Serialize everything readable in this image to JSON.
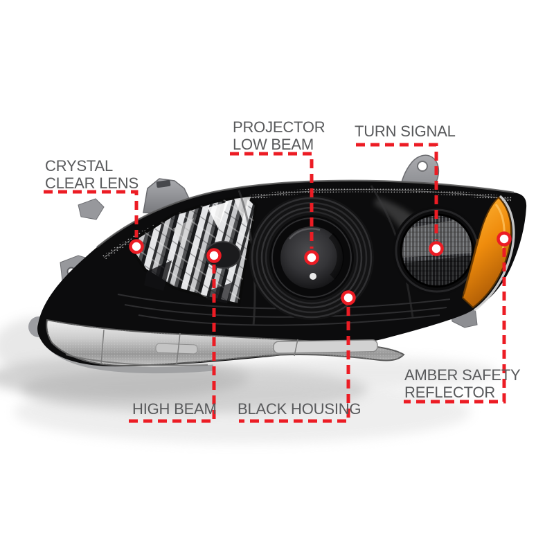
{
  "figure": {
    "type": "annotated-product-diagram",
    "subject": "Black housing projector headlight assembly with feature callouts",
    "background": "#ffffff"
  },
  "colors": {
    "callout_red": "#EC1C24",
    "label_text": "#58595B",
    "amber_reflector": "#EF8C0D",
    "housing_black": "#0C0C0D",
    "chrome_trim": "#C9C9C9",
    "bracket_gray": "#95969A"
  },
  "callouts": [
    {
      "id": "crystal-clear-lens",
      "lines": [
        "CRYSTAL",
        "CLEAR LENS"
      ]
    },
    {
      "id": "projector-low-beam",
      "lines": [
        "PROJECTOR",
        "LOW BEAM"
      ]
    },
    {
      "id": "turn-signal",
      "lines": [
        "TURN SIGNAL"
      ]
    },
    {
      "id": "high-beam",
      "lines": [
        "HIGH BEAM"
      ]
    },
    {
      "id": "black-housing",
      "lines": [
        "BLACK HOUSING"
      ]
    },
    {
      "id": "amber-safety-reflector",
      "lines": [
        "AMBER SAFETY",
        "REFLECTOR"
      ]
    }
  ]
}
